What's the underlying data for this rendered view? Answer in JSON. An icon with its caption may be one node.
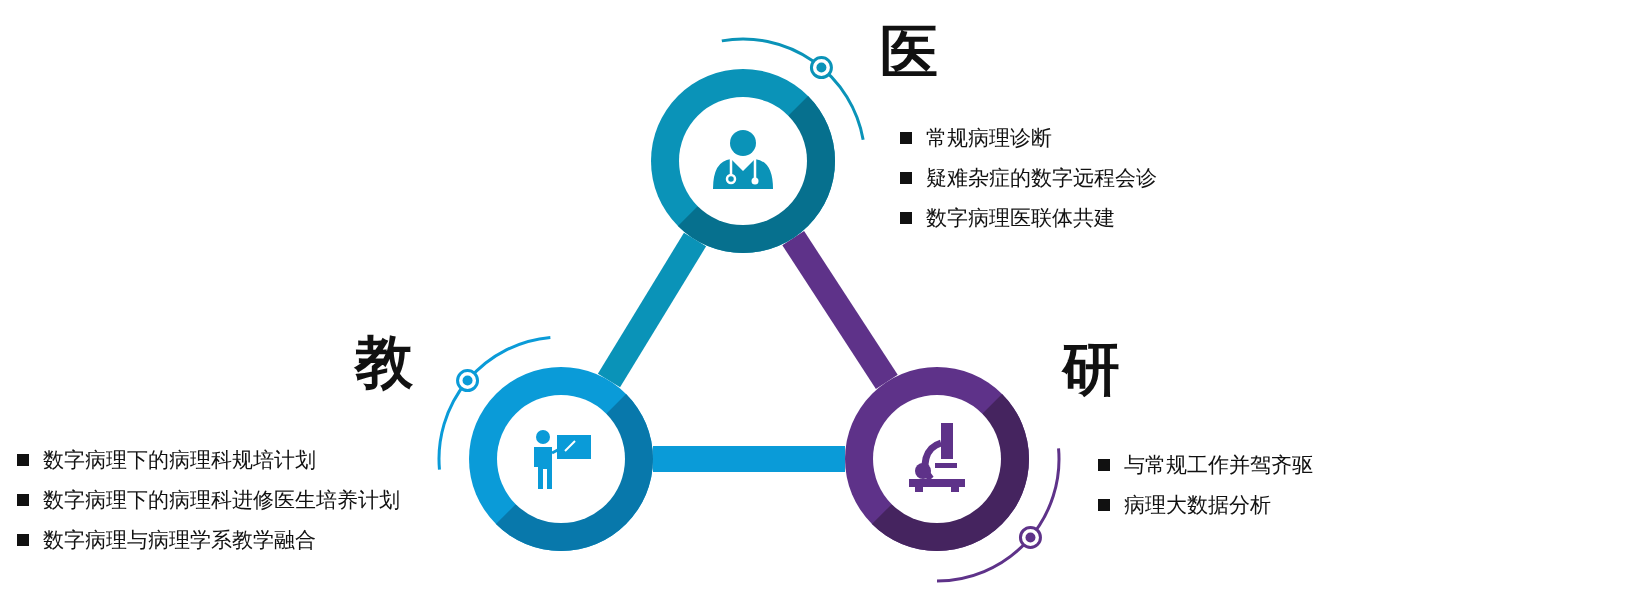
{
  "diagram": {
    "nodes": [
      {
        "text": [
          "医"
        ],
        "beside": [
          "常规病理诊断",
          "疑难杂症的数字远程会诊",
          "数字病理医联体共建"
        ]
      },
      {
        "text": [
          "教"
        ],
        "beside": [
          "数字病理下的病理科规培计划",
          "数字病理下的病理科进修医生培养计划",
          "数字病理与病理学系教学融合"
        ]
      },
      {
        "text": [
          "研"
        ],
        "beside": [
          "与常规工作并驾齐驱",
          "病理大数据分析"
        ]
      }
    ],
    "edges": [
      {
        "from": 0,
        "to": 1,
        "arrow": "none",
        "color": "#0a93b8"
      },
      {
        "from": 0,
        "to": 2,
        "arrow": "none",
        "color": "#5e3289"
      },
      {
        "from": 1,
        "to": 2,
        "arrow": "none",
        "color": "#0a9bd8"
      }
    ]
  }
}
